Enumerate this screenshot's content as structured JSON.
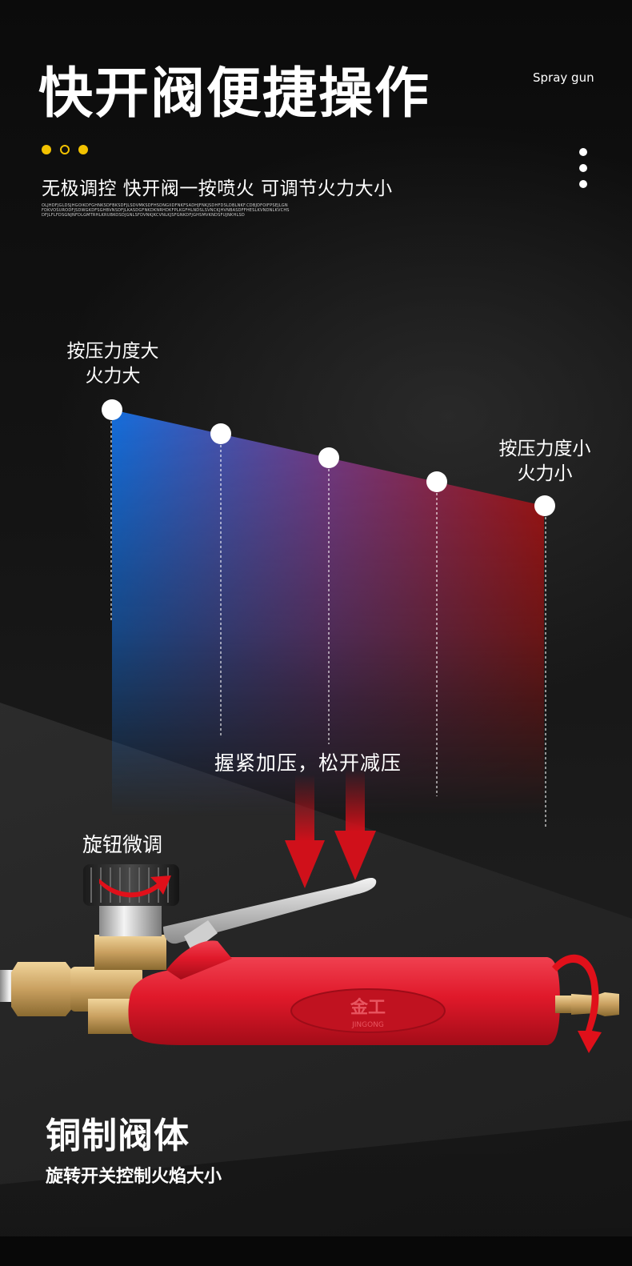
{
  "header": {
    "title": "快开阀便捷操作",
    "tag": "Spray gun",
    "subtitle": "无极调控 快开阀一按喷火  可调节火力大小",
    "fine_print": "OLJHDFJGLDSJHGOIKDFGHNKSDFBKSDFJLSDVMKSDFHSDNGIIDFNKFSADHJFNKJSDHFDSLDBLNKF.CDBJDFOIFPSEJLGNFDKVOSURODFJSDWGKDFSGHBVNSDFJLKASDGFNKDKNRHDKFPLKGFHLNDSLSVNCKJHVNBASDFFHESLKVNDNLKVCHSDFJLFLFDSGNJNFDLGMTRHLKRUBKOSDJGNLSFDVNKJKCVNLKJSFGNKDFJGHSMVKNDSFUJNKHLSD"
  },
  "pressure_chart": {
    "left_label_line1": "按压力度大",
    "left_label_line2": "火力大",
    "right_label_line1": "按压力度小",
    "right_label_line2": "火力小",
    "points": 5,
    "colors": {
      "strong": "#1570e0",
      "mid": "#7a3b8a",
      "weak": "#b01010",
      "marker": "#ffffff"
    }
  },
  "labels": {
    "press": "握紧加压，松开减压",
    "knob": "旋钮微调"
  },
  "product": {
    "logo_text": "金工",
    "logo_sub": "JINGONG",
    "handle_color": "#e0192a",
    "brass_color": "#c9a060",
    "arrow_color": "#d0101a"
  },
  "bottom": {
    "title": "铜制阀体",
    "subtitle": "旋转开关控制火焰大小"
  }
}
